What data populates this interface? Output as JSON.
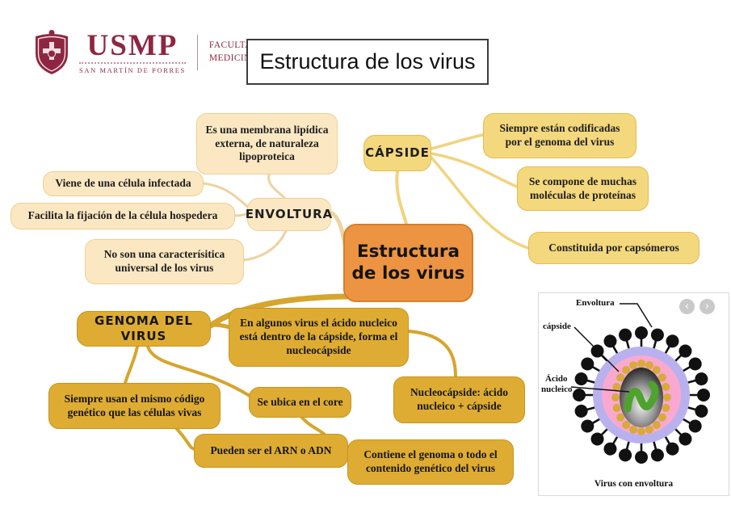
{
  "header": {
    "logo": {
      "acronym": "USMP",
      "subtitle": "SAN MARTÍN DE PORRES",
      "faculty_line1": "FACULTAD DE",
      "faculty_line2": "MEDICINA HUMANA"
    },
    "title": "Estructura de los virus"
  },
  "mindmap": {
    "central": "Estructura de los virus",
    "envoltura": {
      "label": "ENVOLTURA",
      "membrana": "Es una membrana lipídica externa, de naturaleza lipoproteica",
      "viene": "Viene de una célula infectada",
      "fijacion": "Facilita la fijación de la célula hospedera",
      "universal": "No son una caracterísitica universal de los virus"
    },
    "capside": {
      "label": "CÁPSIDE",
      "codificadas": "Siempre están codificadas por el genoma del virus",
      "compone": "Se compone de muchas moléculas de proteínas",
      "capsomeros": "Constituida por capsómeros"
    },
    "genoma": {
      "label": "GENOMA DEL VIRUS",
      "algunos": "En algunos virus el ácido nucleico está dentro de la cápside, forma el nucleocápside",
      "codigo": "Siempre usan el mismo código genético que las células vivas",
      "core": "Se ubica en el core",
      "arn": "Pueden ser el ARN o ADN",
      "nucleocapside": "Nucleocápside: ácido nucleico + cápside",
      "contiene": "Contiene el genoma o todo el contenido genético del virus"
    }
  },
  "figure": {
    "label_envoltura": "Envoltura",
    "label_capside": "cápside",
    "label_acido_1": "Ácido",
    "label_acido_2": "nucleico",
    "caption": "Virus con envoltura",
    "nav_prev": "‹",
    "nav_next": "›"
  },
  "colors": {
    "maroon": "#8E2642",
    "orange_fill": "#EC9442",
    "gold_fill": "#DFAC33",
    "yellow_fill": "#F4D87D",
    "cream_fill": "#FBE8C3",
    "figure_pink": "#F9A9D0",
    "figure_lavender": "#B9B1EE",
    "figure_green": "#4DA32B",
    "figure_bead": "#D8A93C"
  }
}
